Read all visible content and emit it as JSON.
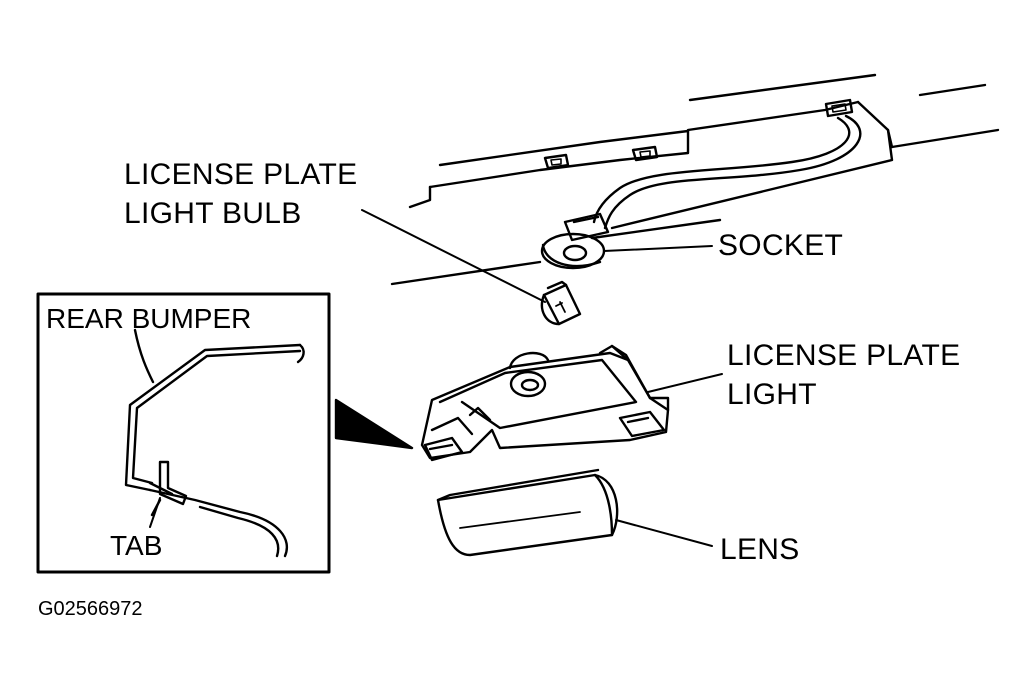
{
  "labels": {
    "bulb_line1": "LICENSE PLATE",
    "bulb_line2": "LIGHT BULB",
    "socket": "SOCKET",
    "light_line1": "LICENSE PLATE",
    "light_line2": "LIGHT",
    "lens": "LENS",
    "rear_bumper": "REAR BUMPER",
    "tab": "TAB"
  },
  "figure_id": "G02566972",
  "colors": {
    "ink": "#000000",
    "paper": "#ffffff"
  }
}
